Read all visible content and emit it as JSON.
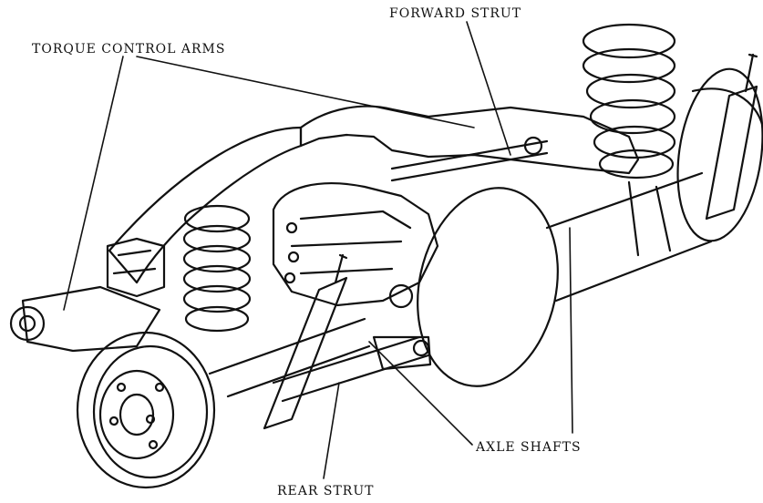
{
  "labels": {
    "forward_strut": "FORWARD STRUT",
    "torque_control_arms": "TORQUE CONTROL ARMS",
    "axle_shafts": "AXLE SHAFTS",
    "rear_strut": "REAR STRUT"
  },
  "colors": {
    "ink": "#111111",
    "paper": "#ffffff",
    "shade": "#d9d9d9"
  }
}
